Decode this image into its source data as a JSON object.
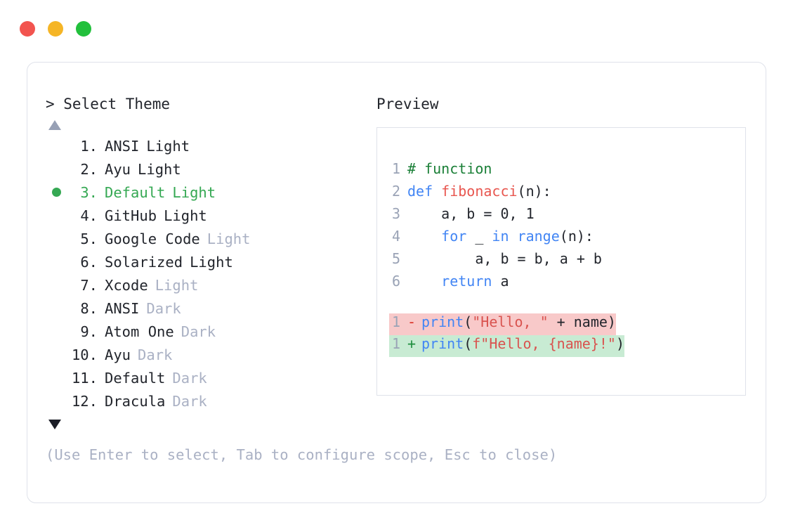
{
  "window": {
    "traffic_lights": [
      {
        "name": "close-button",
        "color": "#f2544f"
      },
      {
        "name": "minimize-button",
        "color": "#f5b526"
      },
      {
        "name": "maximize-button",
        "color": "#22c03c"
      }
    ]
  },
  "picker": {
    "prompt": "> Select Theme",
    "scroll_up_indicator": "▲",
    "scroll_down_indicator": "▼",
    "selected_index": 3,
    "selected_color": "#35a853",
    "variant_muted_color": "#aab1c4",
    "items": [
      {
        "num": "1.",
        "name": "ANSI",
        "variant": "Light",
        "variant_muted": false,
        "selected": false
      },
      {
        "num": "2.",
        "name": "Ayu",
        "variant": "Light",
        "variant_muted": false,
        "selected": false
      },
      {
        "num": "3.",
        "name": "Default",
        "variant": "Light",
        "variant_muted": false,
        "selected": true
      },
      {
        "num": "4.",
        "name": "GitHub",
        "variant": "Light",
        "variant_muted": false,
        "selected": false
      },
      {
        "num": "5.",
        "name": "Google Code",
        "variant": "Light",
        "variant_muted": true,
        "selected": false
      },
      {
        "num": "6.",
        "name": "Solarized",
        "variant": "Light",
        "variant_muted": false,
        "selected": false
      },
      {
        "num": "7.",
        "name": "Xcode",
        "variant": "Light",
        "variant_muted": true,
        "selected": false
      },
      {
        "num": "8.",
        "name": "ANSI",
        "variant": "Dark",
        "variant_muted": true,
        "selected": false
      },
      {
        "num": "9.",
        "name": "Atom One",
        "variant": "Dark",
        "variant_muted": true,
        "selected": false
      },
      {
        "num": "10.",
        "name": "Ayu",
        "variant": "Dark",
        "variant_muted": true,
        "selected": false
      },
      {
        "num": "11.",
        "name": "Default",
        "variant": "Dark",
        "variant_muted": true,
        "selected": false
      },
      {
        "num": "12.",
        "name": "Dracula",
        "variant": "Dark",
        "variant_muted": true,
        "selected": false
      }
    ]
  },
  "hint": "(Use Enter to select, Tab to configure scope, Esc to close)",
  "preview": {
    "title": "Preview",
    "code_lines": [
      {
        "ln": "1",
        "tokens": [
          {
            "t": "# function",
            "c": "comment"
          }
        ]
      },
      {
        "ln": "2",
        "tokens": [
          {
            "t": "def ",
            "c": "keyword"
          },
          {
            "t": "fibonacci",
            "c": "func"
          },
          {
            "t": "(n):",
            "c": "plain"
          }
        ]
      },
      {
        "ln": "3",
        "tokens": [
          {
            "t": "    a, b = ",
            "c": "plain"
          },
          {
            "t": "0",
            "c": "num"
          },
          {
            "t": ", ",
            "c": "plain"
          },
          {
            "t": "1",
            "c": "num"
          }
        ]
      },
      {
        "ln": "4",
        "tokens": [
          {
            "t": "    ",
            "c": "plain"
          },
          {
            "t": "for",
            "c": "keyword"
          },
          {
            "t": " _ ",
            "c": "plain"
          },
          {
            "t": "in",
            "c": "keyword"
          },
          {
            "t": " ",
            "c": "plain"
          },
          {
            "t": "range",
            "c": "builtin"
          },
          {
            "t": "(n):",
            "c": "plain"
          }
        ]
      },
      {
        "ln": "5",
        "tokens": [
          {
            "t": "        a, b = b, a + b",
            "c": "plain"
          }
        ]
      },
      {
        "ln": "6",
        "tokens": [
          {
            "t": "    ",
            "c": "plain"
          },
          {
            "t": "return",
            "c": "keyword"
          },
          {
            "t": " a",
            "c": "plain"
          }
        ]
      }
    ],
    "diff_lines": [
      {
        "ln": "1",
        "sign": "-",
        "type": "del",
        "bg": "#f8c9c9",
        "tokens": [
          {
            "t": "print",
            "c": "builtin"
          },
          {
            "t": "(",
            "c": "plain"
          },
          {
            "t": "\"Hello, \"",
            "c": "string"
          },
          {
            "t": " + name)",
            "c": "plain"
          }
        ]
      },
      {
        "ln": "1",
        "sign": "+",
        "type": "add",
        "bg": "#c8ebd3",
        "tokens": [
          {
            "t": "print",
            "c": "builtin"
          },
          {
            "t": "(",
            "c": "plain"
          },
          {
            "t": "f\"Hello, {name}!\"",
            "c": "string"
          },
          {
            "t": ")",
            "c": "plain"
          }
        ]
      }
    ]
  }
}
